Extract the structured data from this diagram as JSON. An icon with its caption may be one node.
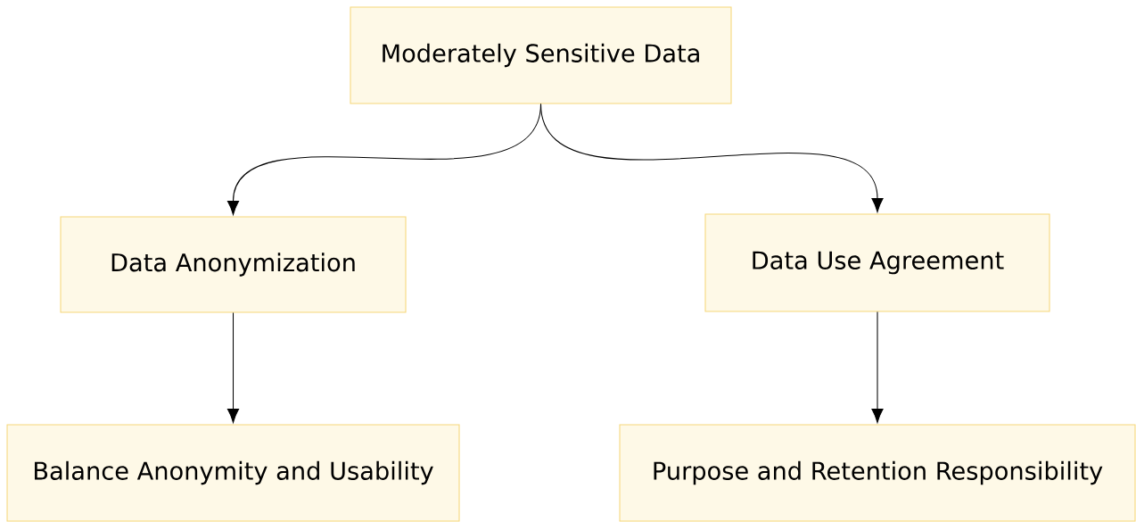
{
  "diagram": {
    "nodes": [
      {
        "text": [
          "Moderately Sensitive Data"
        ]
      },
      {
        "text": [
          "Data Anonymization"
        ]
      },
      {
        "text": [
          "Data Use Agreement"
        ]
      },
      {
        "text": [
          "Balance Anonymity and Usability"
        ]
      },
      {
        "text": [
          "Purpose and Retention Responsibility"
        ]
      }
    ],
    "edges": [
      {
        "from": 0,
        "to": 1,
        "arrow": "to"
      },
      {
        "from": 0,
        "to": 2,
        "arrow": "to"
      },
      {
        "from": 1,
        "to": 3,
        "arrow": "to"
      },
      {
        "from": 2,
        "to": 4,
        "arrow": "to"
      }
    ]
  }
}
